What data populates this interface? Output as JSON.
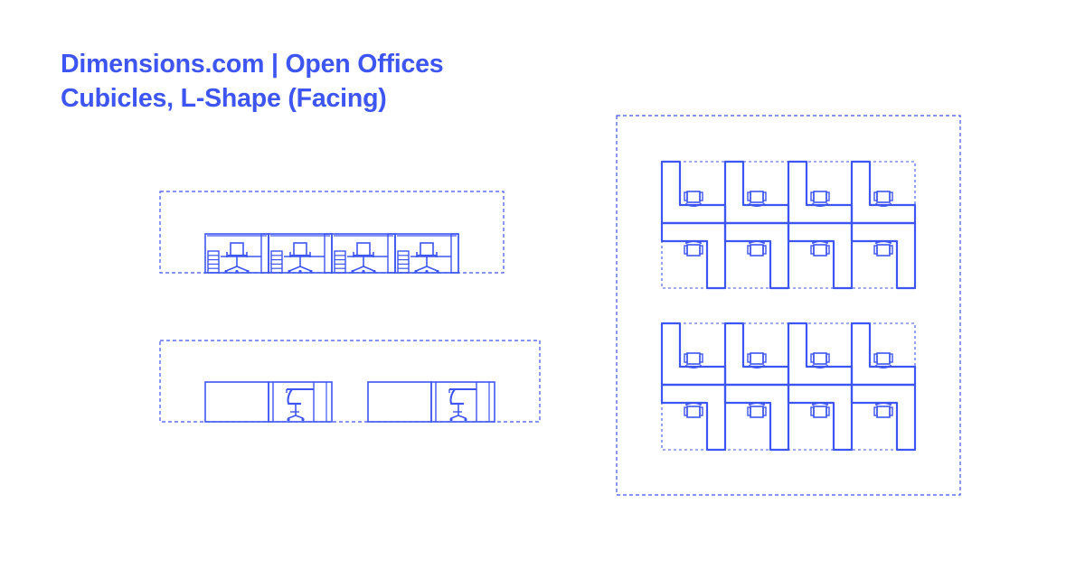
{
  "header": {
    "title_line1": "Dimensions.com | Open Offices",
    "title_line2": "Cubicles, L-Shape (Facing)"
  },
  "colors": {
    "accent": "#3d55f2",
    "background": "#ffffff"
  },
  "views": {
    "front_elevation": {
      "cubicle_count": 4
    },
    "side_elevation": {
      "group_count": 2
    },
    "plan": {
      "row_pairs": 2,
      "cubicles_per_row": 4
    }
  }
}
